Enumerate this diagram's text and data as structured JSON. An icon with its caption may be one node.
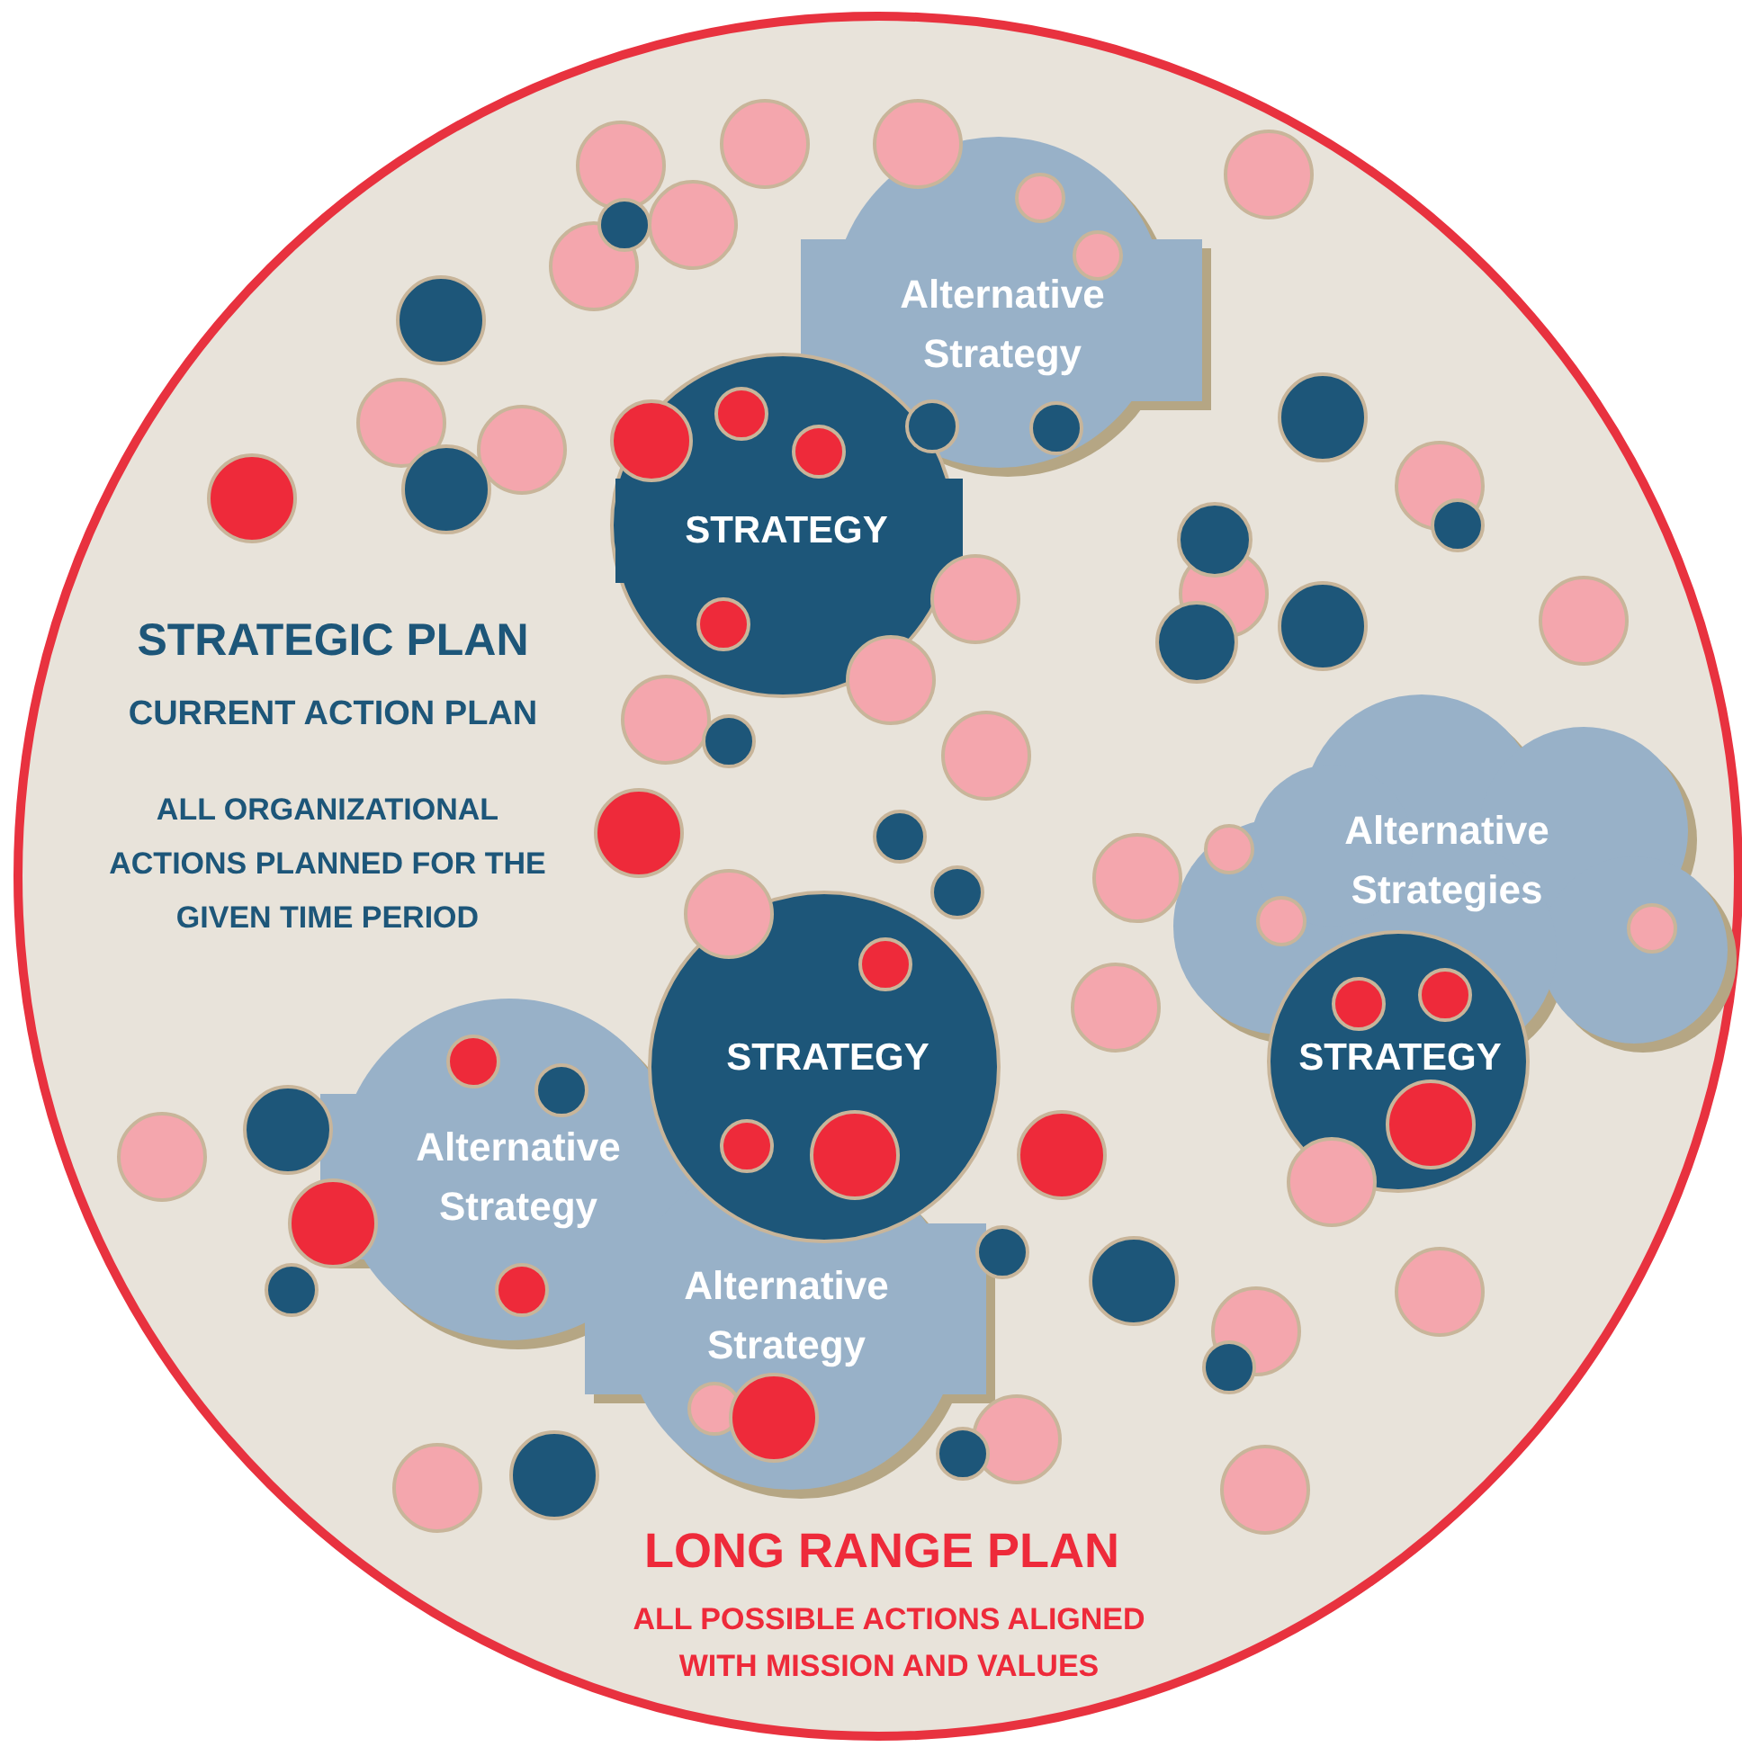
{
  "diagram": {
    "nodes": [
      {
        "text": [
          "LONG RANGE PLAN",
          "ALL POSSIBLE ACTIONS ALIGNED WITH MISSION AND VALUES"
        ]
      },
      {
        "text": [
          "Alternative Strategy"
        ],
        "in": 0
      },
      {
        "text": [
          "STRATEGY"
        ],
        "in": 0
      },
      {
        "text": [
          "Alternative Strategies"
        ],
        "in": 0
      },
      {
        "text": [
          "STRATEGY"
        ],
        "in": 0
      },
      {
        "text": [
          "STRATEGY"
        ],
        "in": 0
      },
      {
        "text": [
          "Alternative Strategy"
        ],
        "in": 0
      },
      {
        "text": [
          "Alternative Strategy"
        ],
        "in": 0
      }
    ],
    "labels": [
      "STRATEGIC PLAN",
      "CURRENT ACTION PLAN",
      "ALL ORGANIZATIONAL ACTIONS PLANNED FOR THE GIVEN TIME PERIOD"
    ]
  }
}
